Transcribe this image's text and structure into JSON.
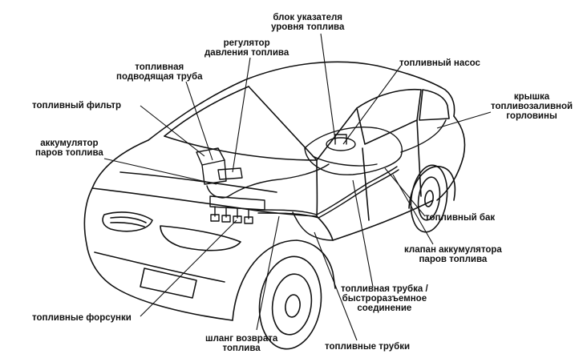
{
  "labels": {
    "fuel_level_sender": [
      "блок указателя",
      "уровня топлива"
    ],
    "pressure_regulator": [
      "регулятор",
      "давления топлива"
    ],
    "fuel_supply_pipe": [
      "топливная",
      "подводящая труба"
    ],
    "fuel_pump": "топливный насос",
    "filler_cap": [
      "крышка",
      "топливозаливной",
      "горловины"
    ],
    "fuel_filter": "топливный фильтр",
    "evap_canister": [
      "аккумулятор",
      "паров топлива"
    ],
    "fuel_tank": "топливный бак",
    "canister_valve": [
      "клапан аккумулятора",
      "паров топлива"
    ],
    "fuel_line_connector": [
      "топливная трубка /",
      "быстроразъемное",
      "соединение"
    ],
    "fuel_injectors": "топливные форсунки",
    "return_hose": [
      "шланг возврата",
      "топлива"
    ],
    "fuel_lines": "топливные трубки"
  },
  "colors": {
    "ink": "#111111",
    "background": "#ffffff"
  }
}
